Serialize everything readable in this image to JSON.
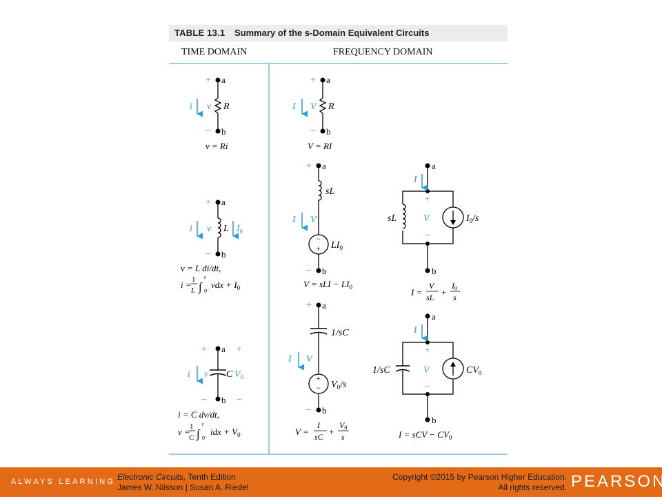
{
  "table": {
    "number": "TABLE 13.1",
    "title": "Summary of the s-Domain Equivalent Circuits",
    "col_time": "TIME DOMAIN",
    "col_freq": "FREQUENCY DOMAIN"
  },
  "colors": {
    "accent": "#e36a16",
    "current_arrow": "#2a9fd6",
    "rule": "#7fb8d8",
    "header_bg": "#ececec"
  },
  "labels": {
    "a": "a",
    "b": "b",
    "plus": "+",
    "minus": "−",
    "i": "i",
    "v": "v",
    "I": "I",
    "V": "V",
    "R": "R",
    "L": "L",
    "C": "C",
    "I0": "I",
    "I0_sub": "0",
    "V0": "V",
    "V0_sub": "0",
    "sL": "sL",
    "LI0": "LI",
    "I0s": "I",
    "I0s_tail": "/s",
    "inv_sC": "1/sC",
    "V0s": "V",
    "V0s_tail": "/s",
    "CV0": "CV"
  },
  "equations": {
    "res_time": "v = Ri",
    "res_freq": "V = RI",
    "ind_time1": "v = L di/dt,",
    "ind_time2_pre": "i =",
    "ind_time2_post": "vdx + I",
    "ind_freq_series": "V = sLI − LI",
    "ind_freq_parallel_pre": "I =",
    "cap_time1": "i = C dv/dt,",
    "cap_time2_pre": "v =",
    "cap_time2_post": "idx + V",
    "cap_freq_series_pre": "V =",
    "cap_freq_parallel": "I = sCV − CV"
  },
  "footer": {
    "tagline": "ALWAYS LEARNING",
    "book_title": "Electronic Circuits,",
    "book_edition": " Tenth Edition",
    "authors": "James W. Nilsson | Susan A. Riedel",
    "copyright1": "Copyright ©2015 by Pearson Higher Education.",
    "copyright2": "All rights reserved.",
    "brand": "PEARSON"
  }
}
